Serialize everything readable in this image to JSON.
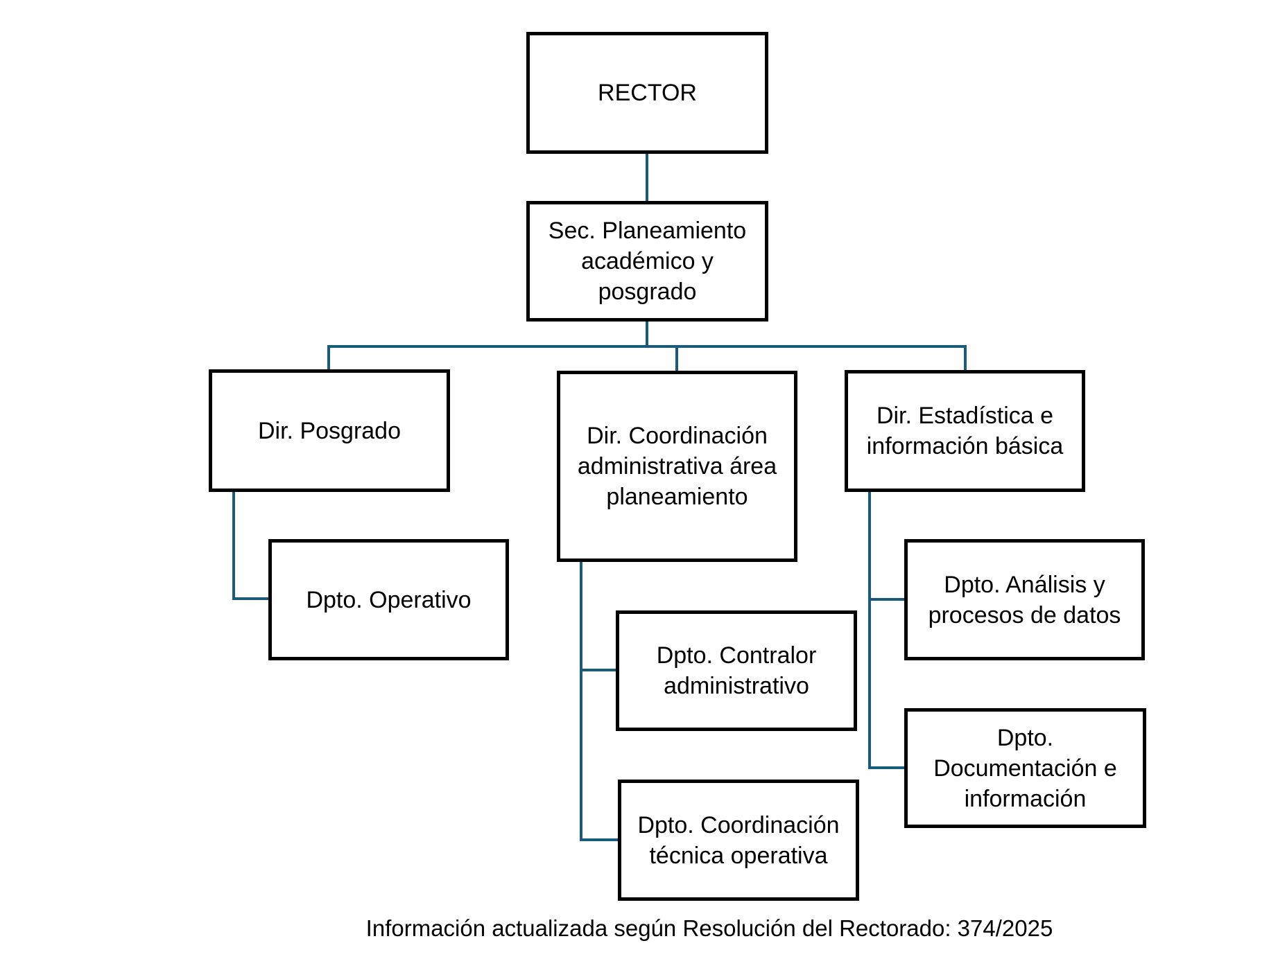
{
  "diagram": {
    "type": "org-chart",
    "connector_color": "#1a5a7a",
    "border_color": "#000000",
    "nodes": {
      "rector": {
        "label": "RECTOR"
      },
      "secretaria": {
        "label": "Sec. Planeamiento\nacadémico y\nposgrado"
      },
      "dir_posgrado": {
        "label": "Dir. Posgrado"
      },
      "dir_coordinacion": {
        "label": "Dir. Coordinación\nadministrativa área\nplaneamiento"
      },
      "dir_estadistica": {
        "label": "Dir. Estadística e\ninformación básica"
      },
      "dpto_operativo": {
        "label": "Dpto. Operativo"
      },
      "dpto_contralor": {
        "label": "Dpto. Contralor\nadministrativo"
      },
      "dpto_coord_tecnica": {
        "label": "Dpto. Coordinación\ntécnica operativa"
      },
      "dpto_analisis": {
        "label": "Dpto. Análisis y\nprocesos de datos"
      },
      "dpto_documentacion": {
        "label": "Dpto.\nDocumentación e\ninformación"
      }
    },
    "edges": [
      [
        "rector",
        "secretaria"
      ],
      [
        "secretaria",
        "dir_posgrado"
      ],
      [
        "secretaria",
        "dir_coordinacion"
      ],
      [
        "secretaria",
        "dir_estadistica"
      ],
      [
        "dir_posgrado",
        "dpto_operativo"
      ],
      [
        "dir_coordinacion",
        "dpto_contralor"
      ],
      [
        "dir_coordinacion",
        "dpto_coord_tecnica"
      ],
      [
        "dir_estadistica",
        "dpto_analisis"
      ],
      [
        "dir_estadistica",
        "dpto_documentacion"
      ]
    ]
  },
  "footer": {
    "text": "Información actualizada según Resolución del Rectorado: 374/2025"
  }
}
